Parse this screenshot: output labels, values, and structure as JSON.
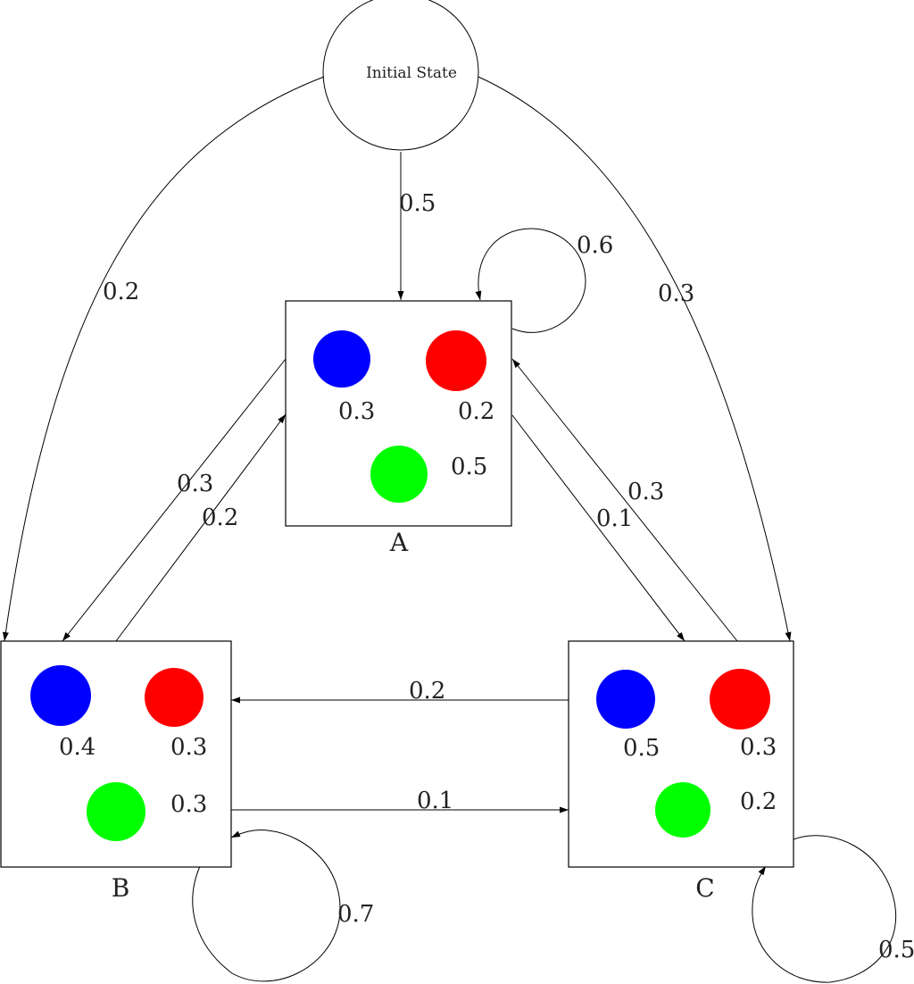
{
  "colors": {
    "blue": "#0000ff",
    "red": "#ff0000",
    "green": "#00ff00",
    "line": "#000000"
  },
  "initial_state": {
    "label": "Initial State"
  },
  "states": {
    "A": {
      "label": "A",
      "blue_prob": "0.3",
      "red_prob": "0.2",
      "green_prob": "0.5"
    },
    "B": {
      "label": "B",
      "blue_prob": "0.4",
      "red_prob": "0.3",
      "green_prob": "0.3"
    },
    "C": {
      "label": "C",
      "blue_prob": "0.5",
      "red_prob": "0.3",
      "green_prob": "0.2"
    }
  },
  "transitions": {
    "init_to_A": "0.5",
    "init_to_B": "0.2",
    "init_to_C": "0.3",
    "A_to_A": "0.6",
    "A_to_B": "0.3",
    "B_to_A": "0.2",
    "A_to_C": "0.1",
    "C_to_A": "0.3",
    "C_to_B": "0.2",
    "B_to_C": "0.1",
    "B_to_B": "0.7",
    "C_to_C": "0.5"
  }
}
